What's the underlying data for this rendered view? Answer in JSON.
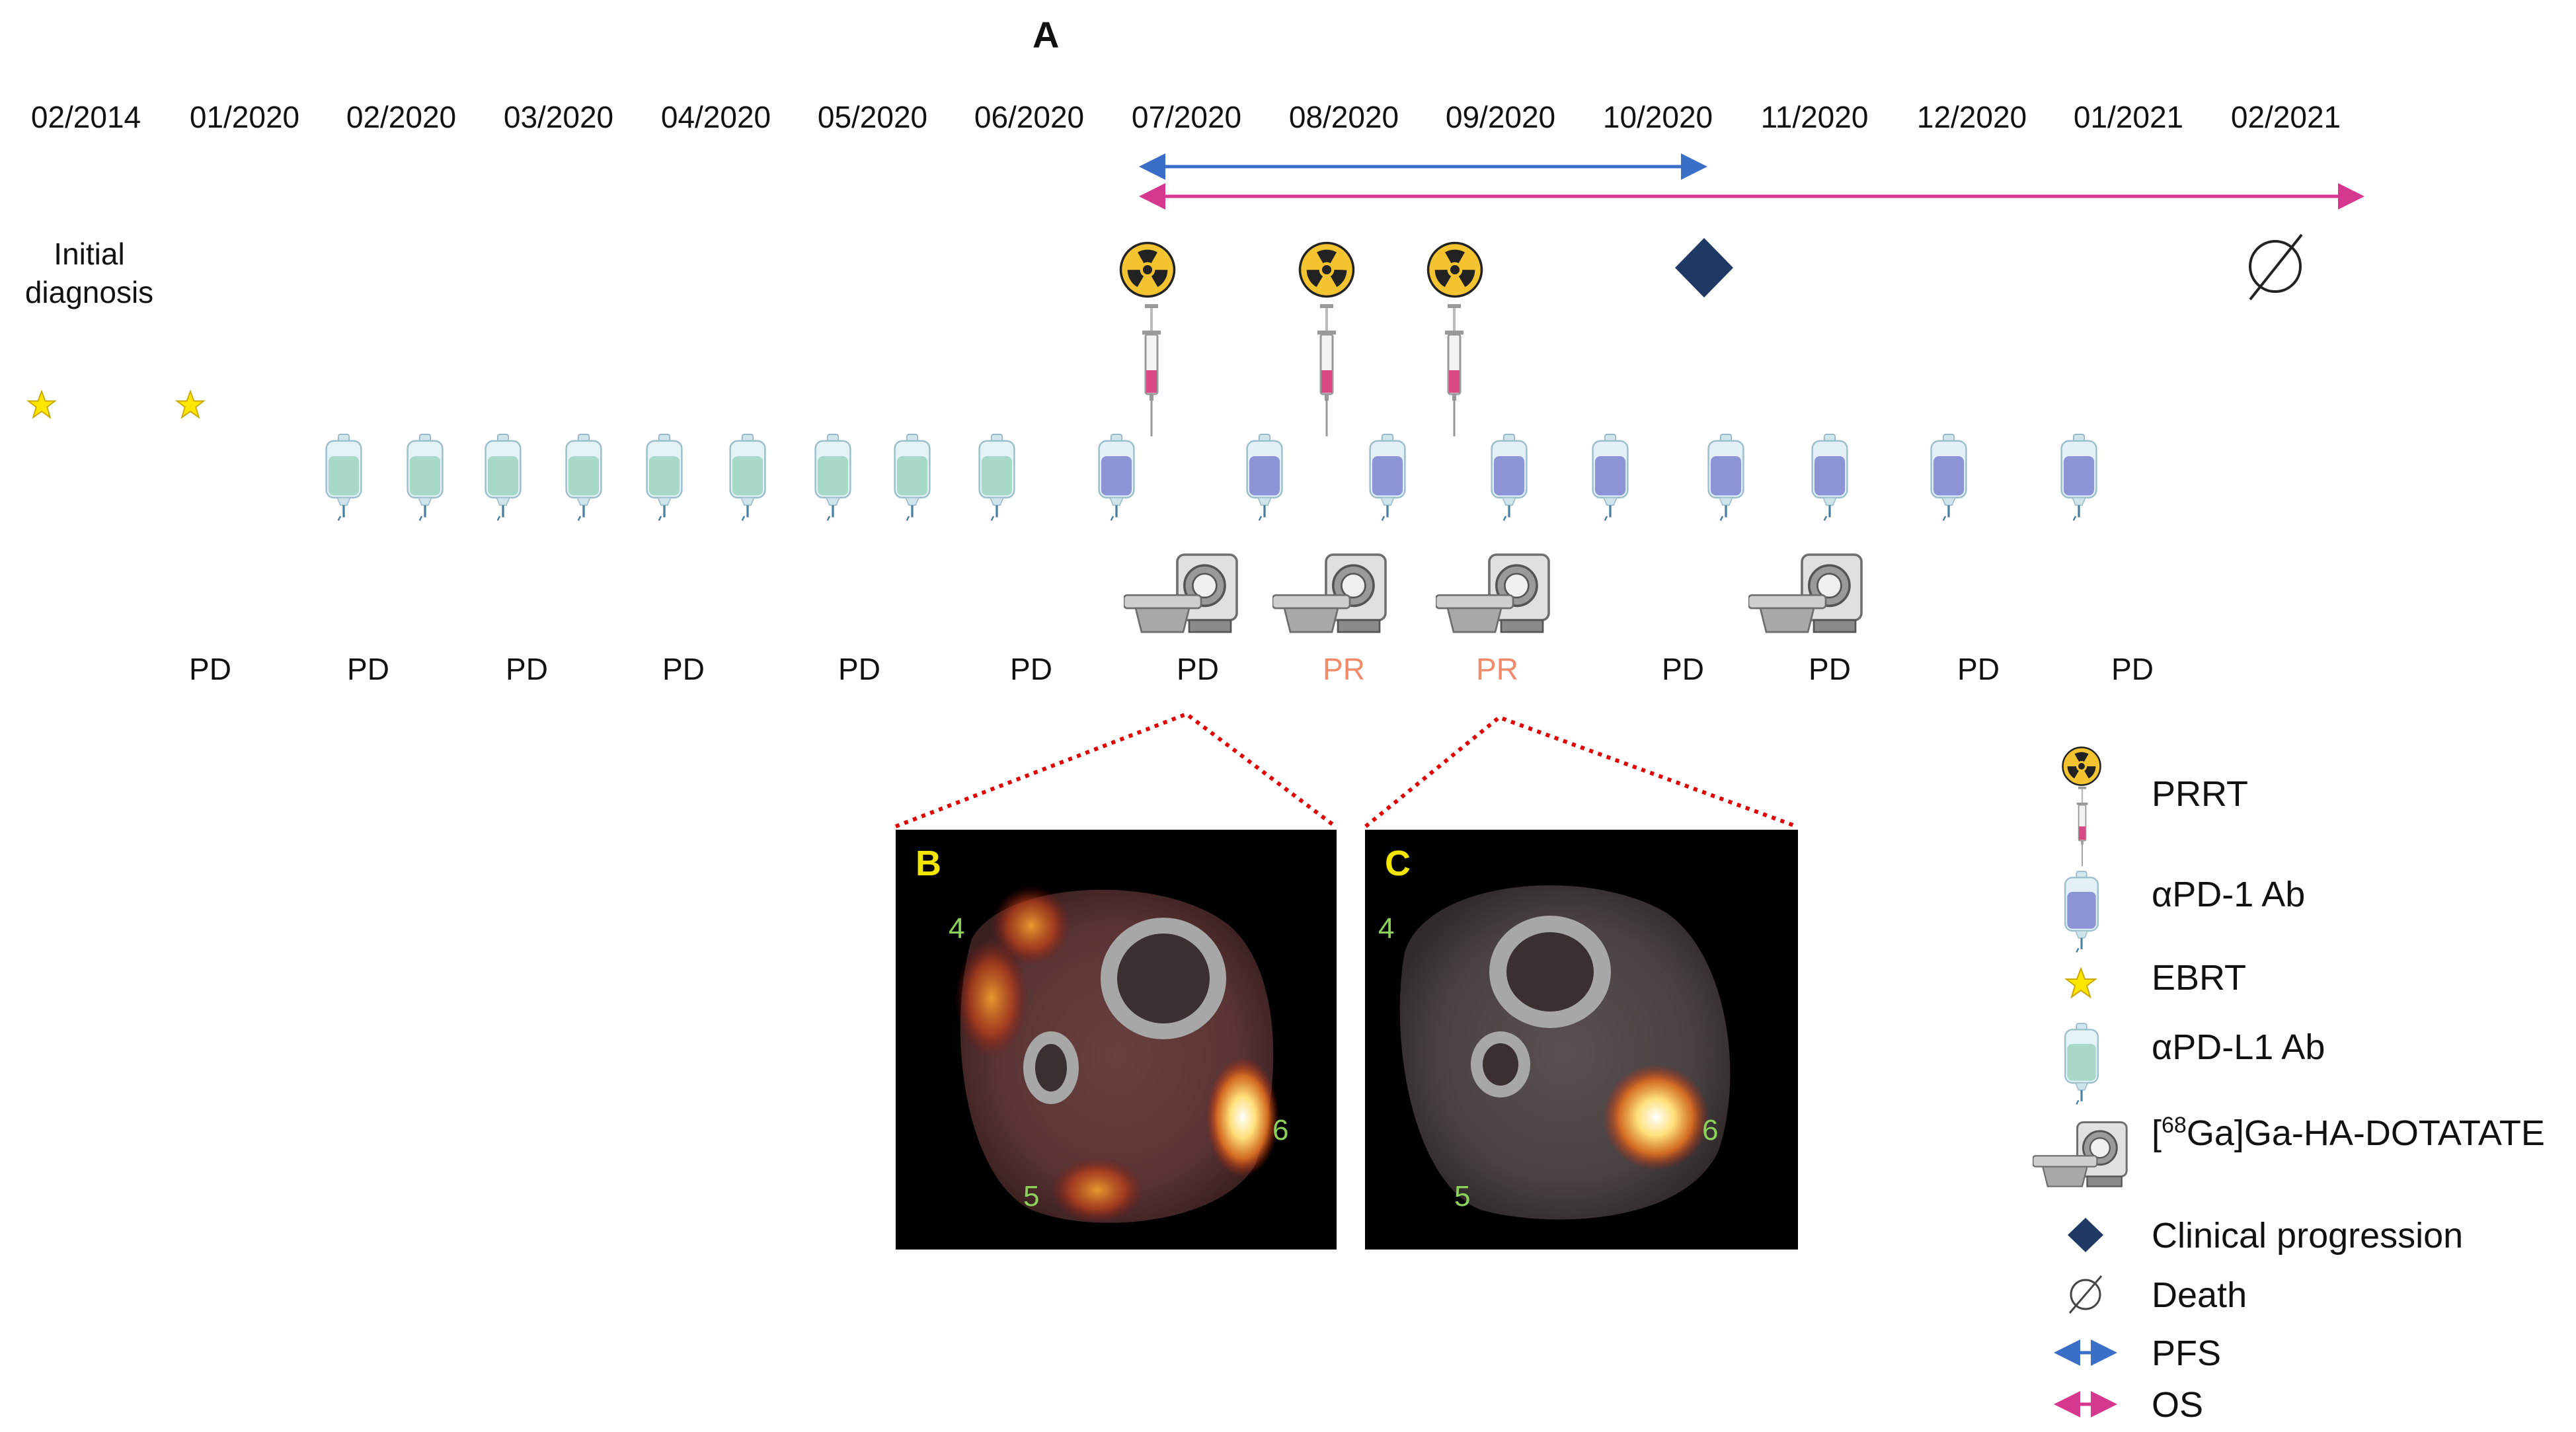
{
  "panel_label": "A",
  "initial_diagnosis": {
    "line1": "Initial",
    "line2": "diagnosis"
  },
  "dates": [
    "02/2014",
    "01/2020",
    "02/2020",
    "03/2020",
    "04/2020",
    "05/2020",
    "06/2020",
    "07/2020",
    "08/2020",
    "09/2020",
    "10/2020",
    "11/2020",
    "12/2020",
    "01/2021",
    "02/2021"
  ],
  "responses": [
    "PD",
    "PD",
    "PD",
    "PD",
    "PD",
    "PD",
    "PD",
    "PR",
    "PR",
    "PD",
    "PD",
    "PD",
    "PD"
  ],
  "response_colors": {
    "PD": "#111111",
    "PR": "#f08a6a"
  },
  "colors": {
    "pfs": "#3b6fc7",
    "os": "#d6388f",
    "progression": "#1f3864",
    "ebrt_star": "#ffe600",
    "pdl1_bag": "#a8d8c8",
    "pd1_bag": "#8b95d6",
    "dotted_connector": "#e00000"
  },
  "scans": {
    "B": {
      "label": "B",
      "lesions": [
        "4",
        "6",
        "5"
      ]
    },
    "C": {
      "label": "C",
      "lesions": [
        "4",
        "6",
        "5"
      ]
    }
  },
  "legend": {
    "prrt": "PRRT",
    "pd1": "αPD-1 Ab",
    "ebrt": "EBRT",
    "pdl1": "αPD-L1 Ab",
    "dotatate_sup": "68",
    "dotatate_pre": "[",
    "dotatate_post": "Ga]Ga-HA-DOTATATE",
    "progression": "Clinical progression",
    "death": "Death",
    "pfs": "PFS",
    "os": "OS"
  },
  "icons": [
    "radiation-icon",
    "syringe-icon",
    "infusion-bag-icon",
    "star-icon",
    "pet-ct-scanner-icon",
    "diamond-icon",
    "death-symbol-icon",
    "double-arrow-icon"
  ]
}
